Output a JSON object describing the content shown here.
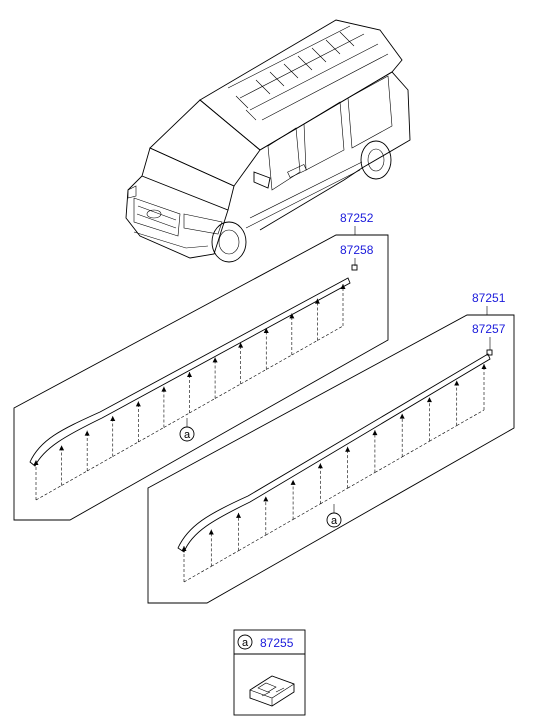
{
  "parts": {
    "p87252": "87252",
    "p87258": "87258",
    "p87251": "87251",
    "p87257": "87257",
    "p87255": "87255"
  },
  "callouts": {
    "a_left": "a",
    "a_right": "a",
    "a_legend": "a"
  },
  "clip_counts": {
    "left_rail": 13,
    "right_rail": 12
  },
  "icons": [
    "van-illustration",
    "roof-rail-molding",
    "clip-icon"
  ],
  "colors": {
    "part_number": "#1a1adb",
    "line": "#000000",
    "background": "#ffffff"
  }
}
